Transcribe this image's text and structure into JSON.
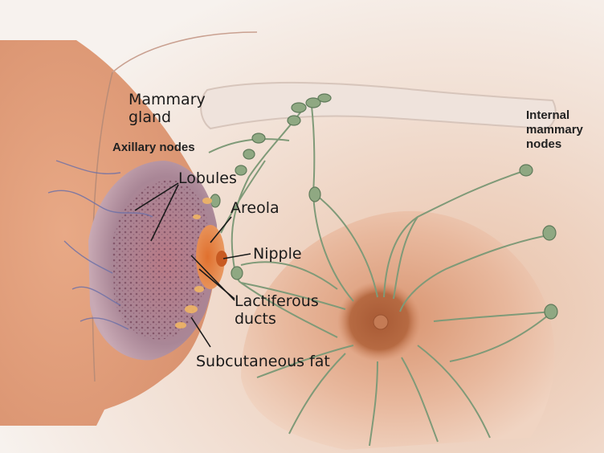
{
  "labels": {
    "mammary_gland": "Mammary\ngland",
    "axillary_nodes": "Axillary nodes",
    "lobules": "Lobules",
    "areola": "Areola",
    "nipple": "Nipple",
    "lactiferous_ducts": "Lactiferous\nducts",
    "subcutaneous_fat": "Subcutaneous fat",
    "internal_mammary_nodes": "Internal\nmammary\nnodes"
  },
  "colors": {
    "skin": "#e3ab8a",
    "skin_light": "#efd2c0",
    "background": "#f3ece7",
    "gland": "#b89aa6",
    "node": "#7f9a78",
    "areola": "#c4744a"
  }
}
